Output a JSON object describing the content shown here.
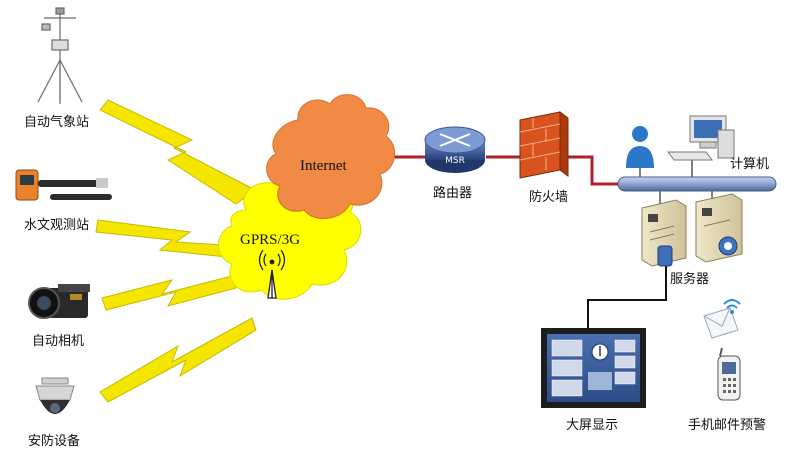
{
  "devices": {
    "weather_station": "自动气象站",
    "hydro_station": "水文观测站",
    "auto_camera": "自动相机",
    "security_device": "安防设备"
  },
  "network": {
    "cloud_internet": "Internet",
    "cloud_gprs": "GPRS/3G",
    "router": "路由器",
    "router_badge": "MSR",
    "firewall": "防火墙"
  },
  "backend": {
    "computer": "计算机",
    "server": "服务器",
    "big_screen": "大屏显示",
    "mobile_mail_alert": "手机邮件预警"
  },
  "colors": {
    "lightning": "#f5e600",
    "internet_cloud": "#f08a45",
    "gprs_cloud": "#ffff00",
    "link_line": "#b0202a",
    "bus": "#6f86b8",
    "router": "#3b5b9c",
    "firewall": "#d9531e"
  }
}
